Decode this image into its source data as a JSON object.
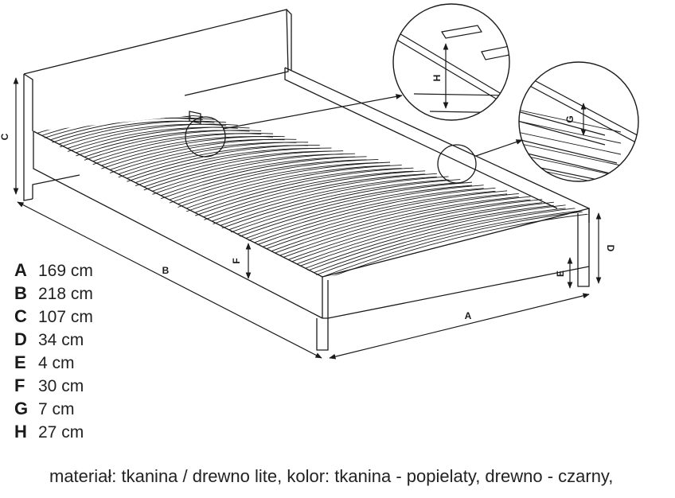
{
  "dimensions": [
    {
      "key": "A",
      "value": "169 cm"
    },
    {
      "key": "B",
      "value": "218 cm"
    },
    {
      "key": "C",
      "value": "107 cm"
    },
    {
      "key": "D",
      "value": "34 cm"
    },
    {
      "key": "E",
      "value": "4 cm"
    },
    {
      "key": "F",
      "value": "30 cm"
    },
    {
      "key": "G",
      "value": "7 cm"
    },
    {
      "key": "H",
      "value": "27 cm"
    }
  ],
  "caption": "materiał: tkanina / drewno lite, kolor: tkanina - popielaty, drewno - czarny,",
  "colors": {
    "line": "#1a1a1a",
    "background": "#ffffff"
  }
}
